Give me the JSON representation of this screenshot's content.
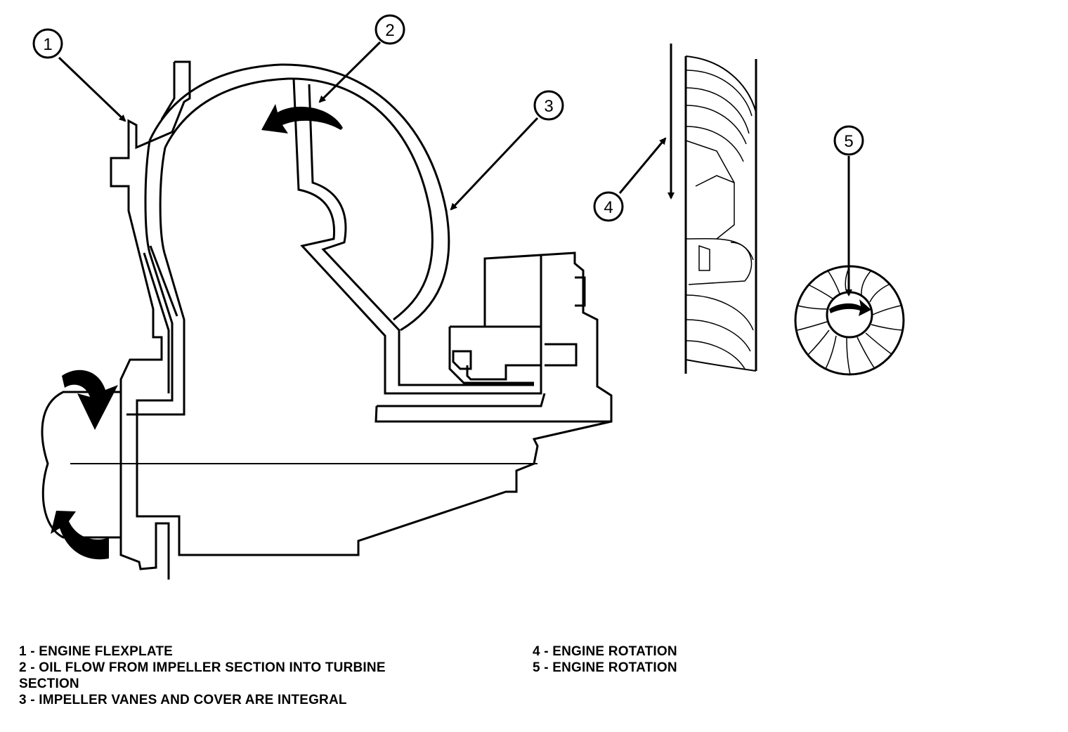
{
  "callouts": {
    "c1": "1",
    "c2": "2",
    "c3": "3",
    "c4": "4",
    "c5": "5"
  },
  "legend": {
    "item1": "1 - ENGINE FLEXPLATE",
    "item2_line1": "2 - OIL FLOW FROM IMPELLER SECTION INTO TURBINE",
    "item2_line2": "SECTION",
    "item3": "3 - IMPELLER VANES AND COVER ARE INTEGRAL",
    "item4": "4 - ENGINE ROTATION",
    "item5": "5 - ENGINE ROTATION"
  }
}
